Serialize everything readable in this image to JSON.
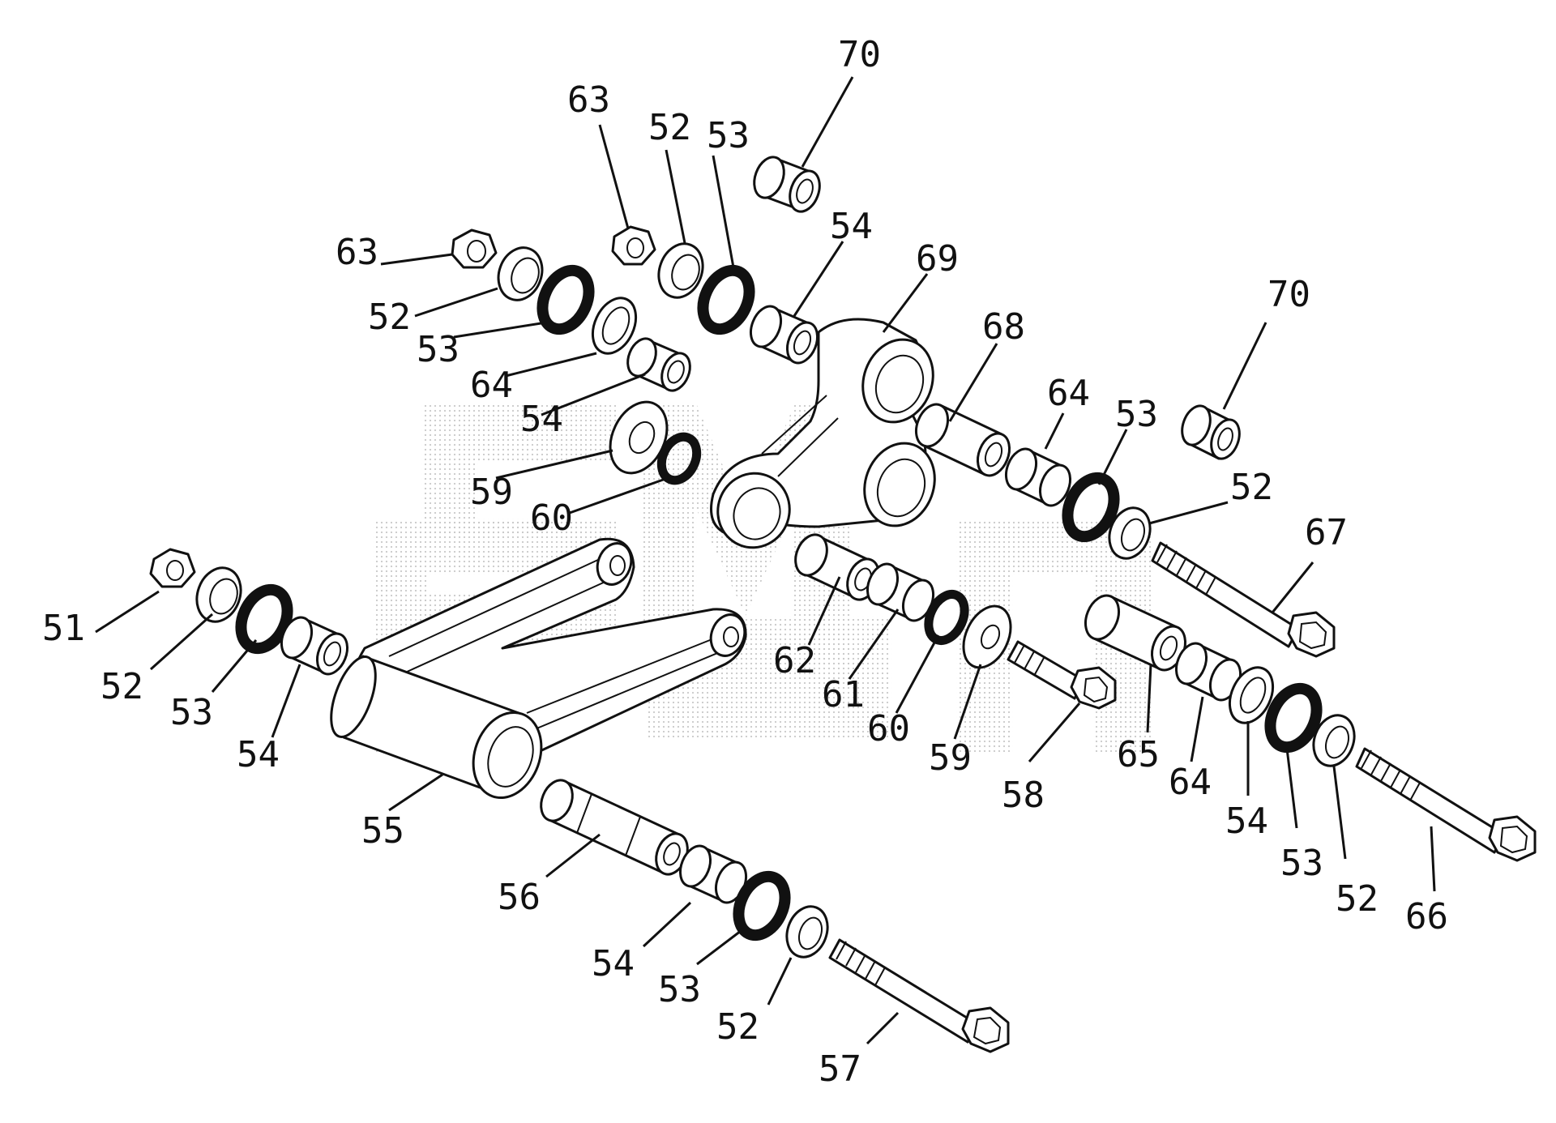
{
  "diagram": {
    "kind": "exploded parts diagram",
    "colors": {
      "line": "#111111",
      "background": "#ffffff",
      "watermark": "#c9c9c9"
    },
    "callouts": [
      {
        "id": "c70a",
        "label": "70"
      },
      {
        "id": "c63a",
        "label": "63"
      },
      {
        "id": "c52a",
        "label": "52"
      },
      {
        "id": "c53a",
        "label": "53"
      },
      {
        "id": "c63b",
        "label": "63"
      },
      {
        "id": "c54a",
        "label": "54"
      },
      {
        "id": "c69",
        "label": "69"
      },
      {
        "id": "c52b",
        "label": "52"
      },
      {
        "id": "c68",
        "label": "68"
      },
      {
        "id": "c70b",
        "label": "70"
      },
      {
        "id": "c53b",
        "label": "53"
      },
      {
        "id": "c64a",
        "label": "64"
      },
      {
        "id": "c64b",
        "label": "64"
      },
      {
        "id": "c53c",
        "label": "53"
      },
      {
        "id": "c54b",
        "label": "54"
      },
      {
        "id": "c52c",
        "label": "52"
      },
      {
        "id": "c59a",
        "label": "59"
      },
      {
        "id": "c60a",
        "label": "60"
      },
      {
        "id": "c67",
        "label": "67"
      },
      {
        "id": "c51",
        "label": "51"
      },
      {
        "id": "c62",
        "label": "62"
      },
      {
        "id": "c52d",
        "label": "52"
      },
      {
        "id": "c61",
        "label": "61"
      },
      {
        "id": "c53d",
        "label": "53"
      },
      {
        "id": "c60b",
        "label": "60"
      },
      {
        "id": "c54c",
        "label": "54"
      },
      {
        "id": "c59b",
        "label": "59"
      },
      {
        "id": "c65",
        "label": "65"
      },
      {
        "id": "c64c",
        "label": "64"
      },
      {
        "id": "c58",
        "label": "58"
      },
      {
        "id": "c55",
        "label": "55"
      },
      {
        "id": "c54d",
        "label": "54"
      },
      {
        "id": "c53e",
        "label": "53"
      },
      {
        "id": "c56",
        "label": "56"
      },
      {
        "id": "c52e",
        "label": "52"
      },
      {
        "id": "c66",
        "label": "66"
      },
      {
        "id": "c54e",
        "label": "54"
      },
      {
        "id": "c53f",
        "label": "53"
      },
      {
        "id": "c52f",
        "label": "52"
      },
      {
        "id": "c57",
        "label": "57"
      }
    ]
  }
}
